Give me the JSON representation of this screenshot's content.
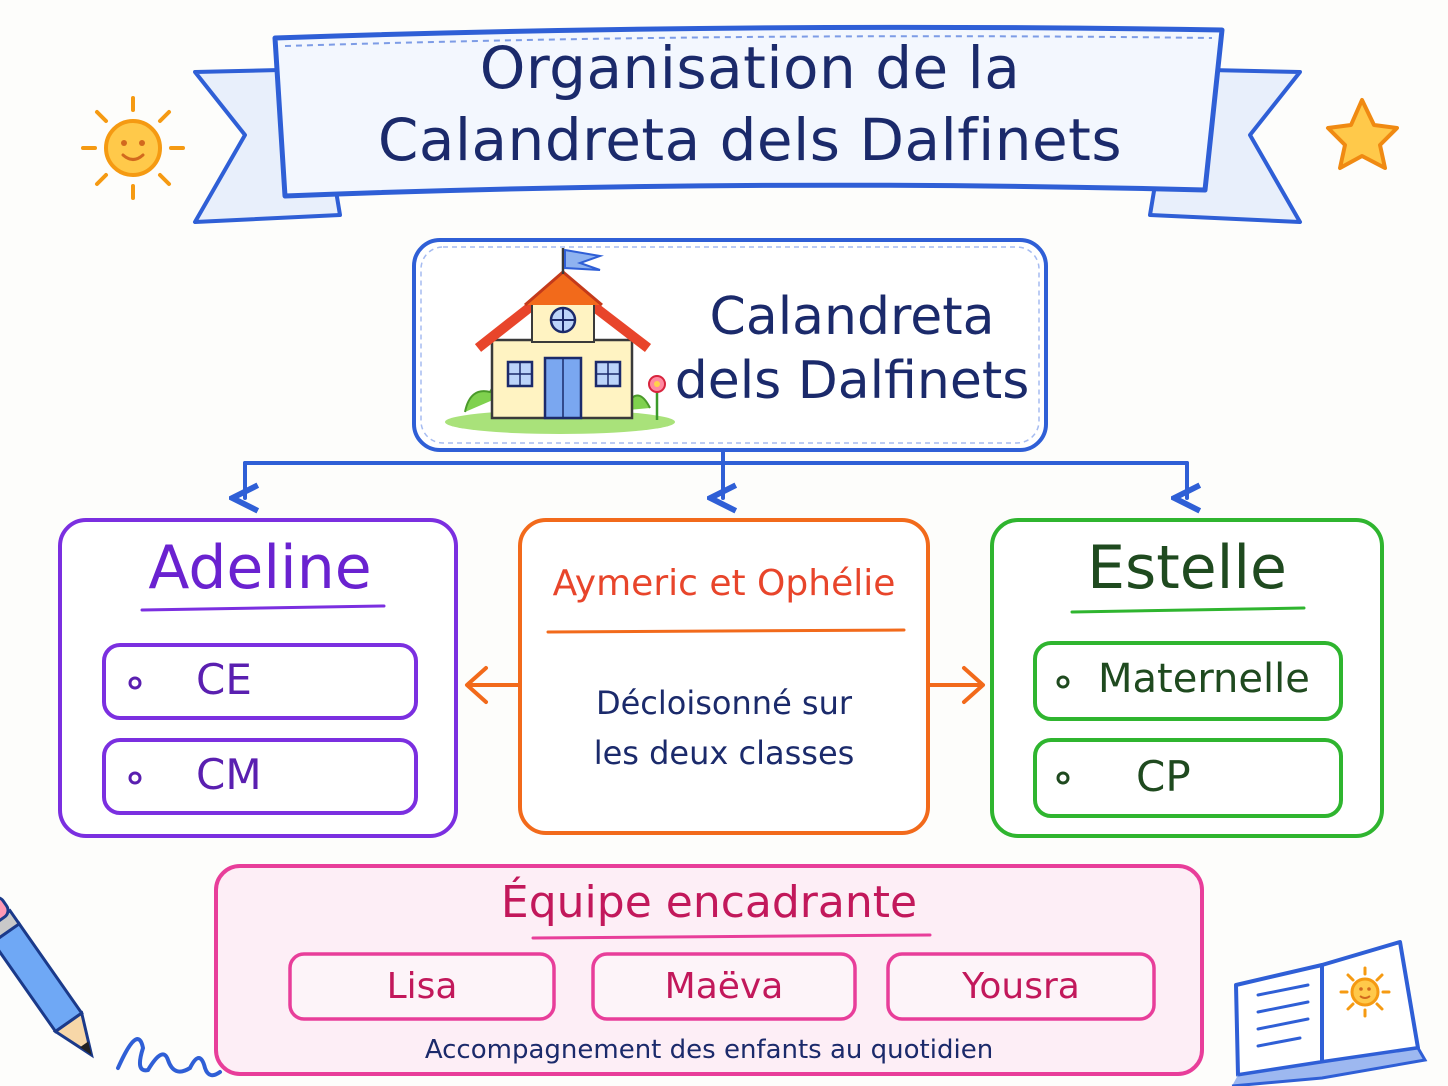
{
  "title": {
    "line1": "Organisation de la",
    "line2": "Calandreta dels Dalfinets"
  },
  "school": {
    "line1": "Calandreta",
    "line2": "dels Dalfinets"
  },
  "left_card": {
    "teacher": "Adeline",
    "classes": [
      "CE",
      "CM"
    ]
  },
  "middle_card": {
    "teachers": "Aymeric et Ophélie",
    "description_line1": "Décloisonné sur",
    "description_line2": "les deux classes"
  },
  "right_card": {
    "teacher": "Estelle",
    "classes": [
      "Maternelle",
      "CP"
    ]
  },
  "team": {
    "title": "Équipe encadrante",
    "members": [
      "Lisa",
      "Maëva",
      "Yousra"
    ],
    "caption": "Accompagnement des enfants au quotidien"
  },
  "colors": {
    "navy": "#1b2a6b",
    "blue": "#2f5fd6",
    "purple": "#7b2fe0",
    "orange": "#f26a1b",
    "green": "#2fb52f",
    "pink": "#e83e9a"
  }
}
